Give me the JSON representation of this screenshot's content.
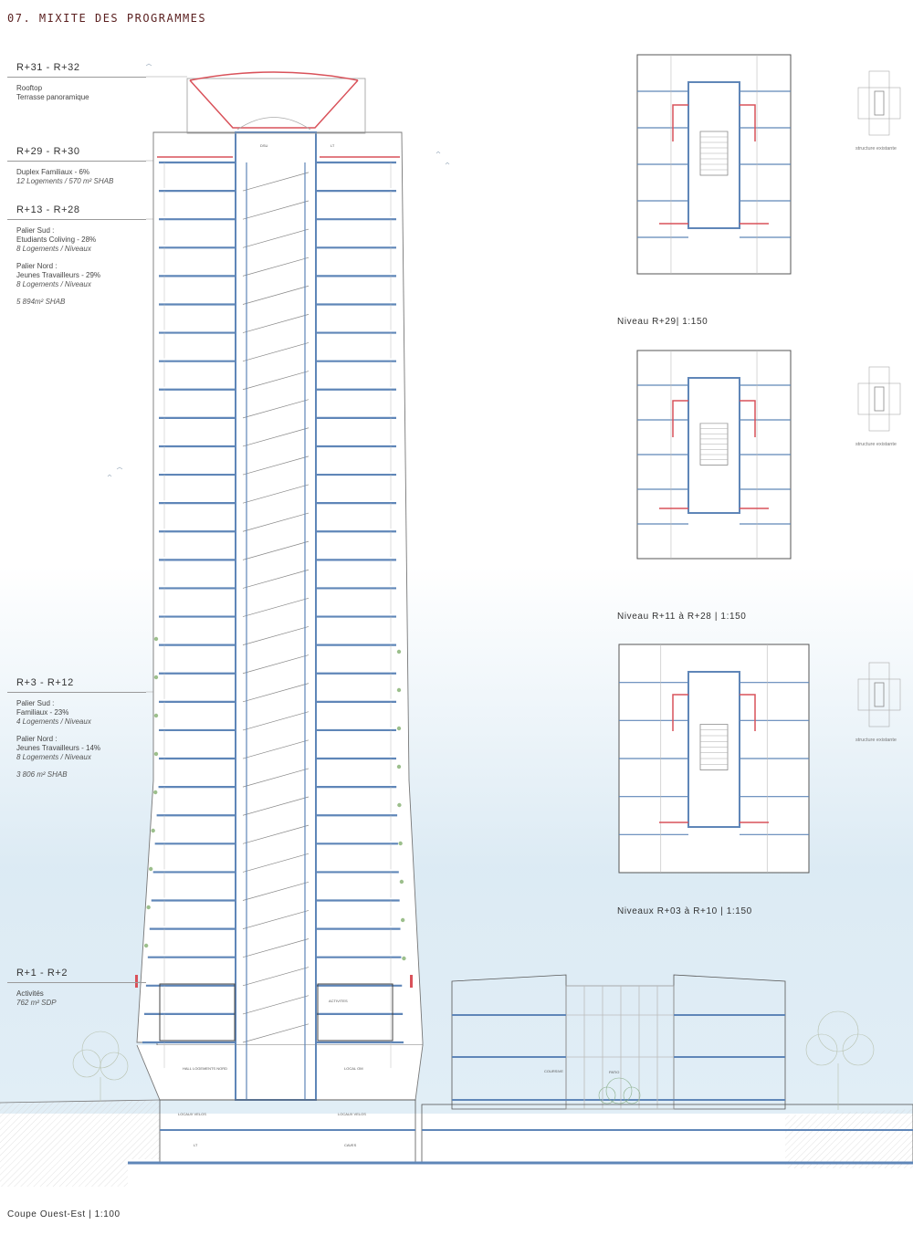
{
  "page": {
    "title": "07. MIXITE DES PROGRAMMES",
    "section_caption": "Coupe Ouest-Est | 1:100"
  },
  "levels": [
    {
      "id": "r31",
      "level": "R+31 - R+32",
      "lines": [
        "Rooftop",
        "Terrasse panoramique"
      ]
    },
    {
      "id": "r29",
      "level": "R+29 - R+30",
      "lines": [
        "Duplex Familiaux - 6%"
      ],
      "italic": [
        "12 Logements / 570 m² SHAB"
      ]
    },
    {
      "id": "r13",
      "level": "R+13 - R+28",
      "groups": [
        {
          "lines": [
            "Palier Sud :",
            "Etudiants Coliving - 28%"
          ],
          "italic": [
            "8 Logements / Niveaux"
          ]
        },
        {
          "lines": [
            "Palier Nord :",
            "Jeunes Travailleurs - 29%"
          ],
          "italic": [
            "8 Logements / Niveaux"
          ]
        },
        {
          "lines": [],
          "italic": [
            "5 894m² SHAB"
          ]
        }
      ]
    },
    {
      "id": "r3",
      "level": "R+3 - R+12",
      "groups": [
        {
          "lines": [
            "Palier Sud :",
            "Familiaux - 23%"
          ],
          "italic": [
            "4 Logements / Niveaux"
          ]
        },
        {
          "lines": [
            "Palier Nord :",
            "Jeunes Travailleurs - 14%"
          ],
          "italic": [
            "8 Logements / Niveaux"
          ]
        },
        {
          "lines": [],
          "italic": [
            "3 806 m² SHAB"
          ]
        }
      ]
    },
    {
      "id": "r1",
      "level": "R+1 - R+2",
      "lines": [
        "Activités"
      ],
      "italic": [
        "762 m² SDP"
      ]
    }
  ],
  "plans": [
    {
      "caption": "Niveau R+29| 1:150",
      "key_label": "structure existante"
    },
    {
      "caption": "Niveau R+11 à R+28 | 1:150",
      "key_label": "structure existante"
    },
    {
      "caption": "Niveaux R+03 à R+10 | 1:150",
      "key_label": "structure existante"
    }
  ],
  "section_labels": {
    "lt_top": "LT",
    "hall": "DSU",
    "activites": "ACTIVITES",
    "hall_nord": "HALL LOGEMENTS NORD",
    "local_om": "LOCAL OM",
    "locaux_velos_1": "LOCAUX VELOS",
    "locaux_velos_2": "LOCAUX VELOS",
    "lt_bottom": "LT",
    "caves": "CAVES",
    "coursive": "COURSIVE",
    "patio": "PATIO"
  },
  "colors": {
    "structure": "#5f86b8",
    "new_wall": "#d9525a",
    "line": "#555555",
    "title": "#5a1f1f"
  }
}
